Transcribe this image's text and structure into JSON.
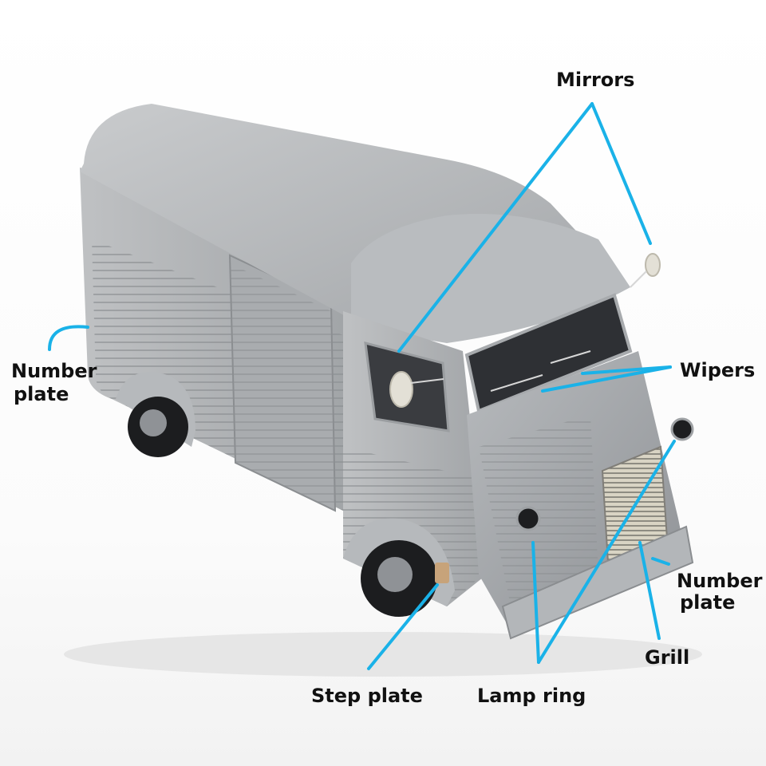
{
  "labels": {
    "mirrors": "Mirrors",
    "wipers": "Wipers",
    "number_plate_left_1": "Number",
    "number_plate_left_2": "plate",
    "number_plate_right_1": "Number",
    "number_plate_right_2": "plate",
    "grill": "Grill",
    "step_plate": "Step plate",
    "lamp_ring": "Lamp ring"
  },
  "colors": {
    "callout_line": "#1ab2e8",
    "label_text": "#111111",
    "van_body": "#a9acaf"
  }
}
